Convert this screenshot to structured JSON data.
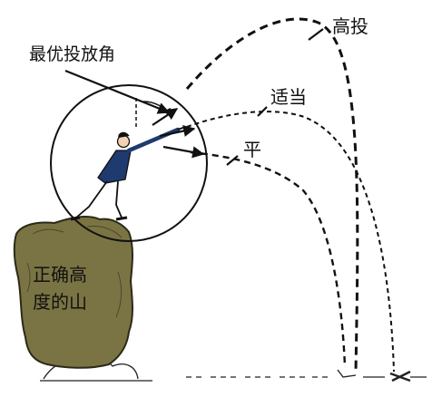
{
  "labels": {
    "best_angle": "最优投放角",
    "high": "高投",
    "optimal": "适当",
    "flat": "平",
    "mountain_line1": "正确高",
    "mountain_line2": "度的山"
  },
  "colors": {
    "ink": "#111111",
    "mountain": "#7a7444",
    "mountain_edge": "#2b2a18",
    "coat": "#1f3a6e",
    "skin": "#f2d2b6",
    "background": "#ffffff"
  },
  "trajectories": [
    {
      "id": "high",
      "style": "heavy-dash"
    },
    {
      "id": "optimal",
      "style": "light-dash"
    },
    {
      "id": "flat",
      "style": "medium-dash"
    }
  ]
}
